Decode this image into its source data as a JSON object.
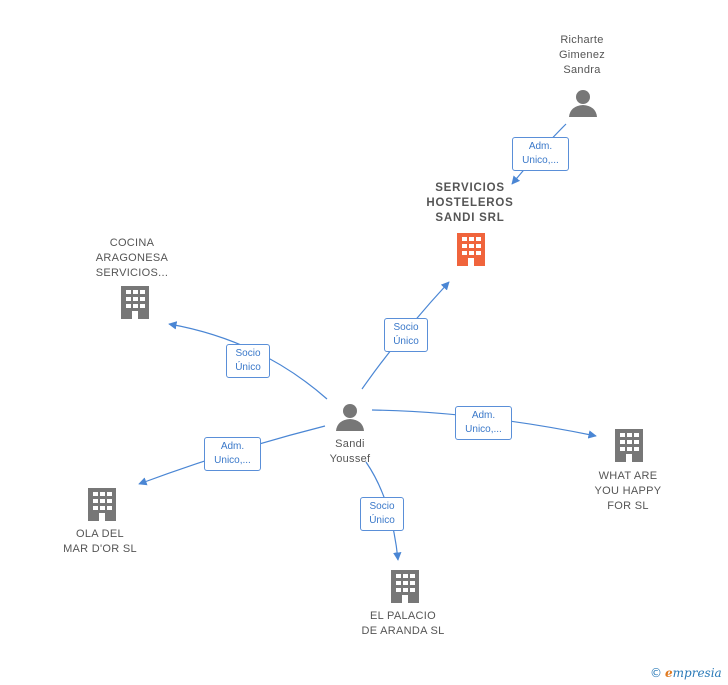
{
  "nodes": {
    "richarte": {
      "lines": [
        "Richarte",
        "Gimenez",
        "Sandra"
      ],
      "kind": "person"
    },
    "servicios": {
      "lines": [
        "SERVICIOS",
        "HOSTELEROS",
        "SANDI SRL"
      ],
      "kind": "company-main"
    },
    "cocina": {
      "lines": [
        "COCINA",
        "ARAGONESA",
        "SERVICIOS..."
      ],
      "kind": "company"
    },
    "sandi": {
      "lines": [
        "Sandi",
        "Youssef"
      ],
      "kind": "person"
    },
    "whatare": {
      "lines": [
        "WHAT ARE",
        "YOU HAPPY",
        "FOR  SL"
      ],
      "kind": "company"
    },
    "ola": {
      "lines": [
        "OLA DEL",
        "MAR D'OR  SL"
      ],
      "kind": "company"
    },
    "palacio": {
      "lines": [
        "EL PALACIO",
        "DE ARANDA SL"
      ],
      "kind": "company"
    }
  },
  "edges": {
    "richarte_servicios": [
      "Adm.",
      "Unico,..."
    ],
    "sandi_servicios": [
      "Socio",
      "Único"
    ],
    "sandi_cocina": [
      "Socio",
      "Único"
    ],
    "sandi_whatare": [
      "Adm.",
      "Unico,..."
    ],
    "sandi_ola": [
      "Adm.",
      "Unico,..."
    ],
    "sandi_palacio": [
      "Socio",
      "Único"
    ]
  },
  "colors": {
    "edge": "#4a86d4",
    "icon": "#777777",
    "main_icon": "#f0643c"
  },
  "brand": {
    "copyright": "©",
    "initial": "e",
    "rest": "mpresia"
  }
}
